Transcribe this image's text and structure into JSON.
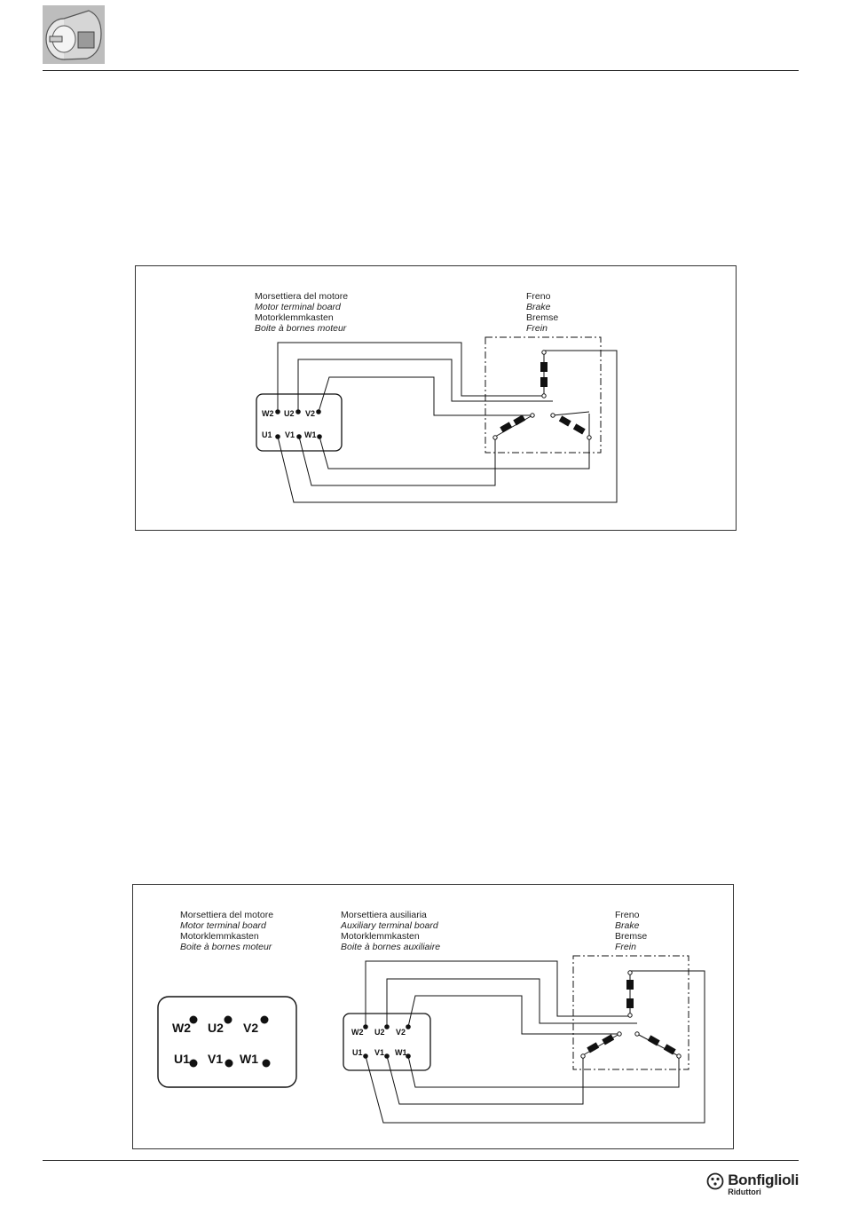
{
  "brand": {
    "name": "Bonfiglioli",
    "sub": "Riduttori",
    "logo_icon": "bonfiglioli-logo-icon",
    "header_icon": "electric-motor-icon"
  },
  "diagram1": {
    "motor_board": [
      "Morsettiera del motore",
      "Motor terminal board",
      "Motorklemmkasten",
      "Boite à bornes moteur"
    ],
    "brake": [
      "Freno",
      "Brake",
      "Bremse",
      "Frein"
    ],
    "terminals": {
      "w2": "W2",
      "u2": "U2",
      "v2": "V2",
      "u1": "U1",
      "v1": "V1",
      "w1": "W1"
    }
  },
  "diagram2": {
    "motor_board": [
      "Morsettiera del motore",
      "Motor terminal board",
      "Motorklemmkasten",
      "Boite à bornes moteur"
    ],
    "aux_board": [
      "Morsettiera ausiliaria",
      "Auxiliary terminal board",
      "Motorklemmkasten",
      "Boite à bornes auxiliaire"
    ],
    "brake": [
      "Freno",
      "Brake",
      "Bremse",
      "Frein"
    ],
    "terminals": {
      "w2": "W2",
      "u2": "U2",
      "v2": "V2",
      "u1": "U1",
      "v1": "V1",
      "w1": "W1"
    }
  }
}
